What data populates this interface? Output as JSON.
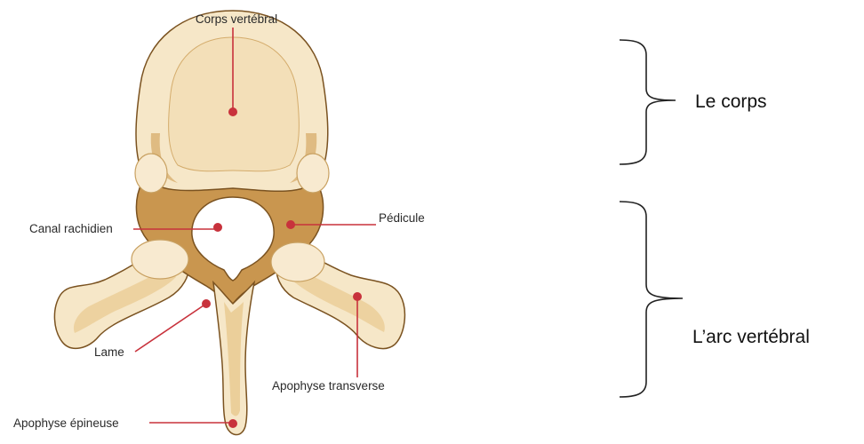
{
  "labels": {
    "corps_vertebral": "Corps vertébral",
    "canal_rachidien": "Canal rachidien",
    "pedicule": "Pédicule",
    "lame": "Lame",
    "apophyse_transverse": "Apophyse transverse",
    "apophyse_epineuse": "Apophyse épineuse"
  },
  "groups": {
    "corps": "Le corps",
    "arc": "L’arc vertébral"
  },
  "colors": {
    "marker": "#c8323c",
    "bone_light": "#f6e7c8",
    "bone_dark": "#c9964f",
    "outline": "#7a5220"
  }
}
